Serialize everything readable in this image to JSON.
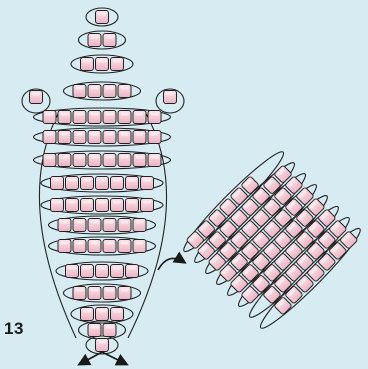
{
  "figure": {
    "label": "13",
    "colors": {
      "background": "#d6ecf2",
      "bead_fill": "#f4c9d5",
      "bead_highlight": "#fde8ee",
      "thread": "#222222"
    },
    "left_panel": {
      "row_bead_counts": [
        1,
        2,
        3,
        4,
        2,
        8,
        8,
        8,
        7,
        7,
        6,
        6,
        5,
        4,
        3,
        2,
        1
      ]
    },
    "right_panel": {
      "rotated_grid": "8x8"
    },
    "arrows": [
      "down-left",
      "down-right",
      "connector"
    ]
  }
}
